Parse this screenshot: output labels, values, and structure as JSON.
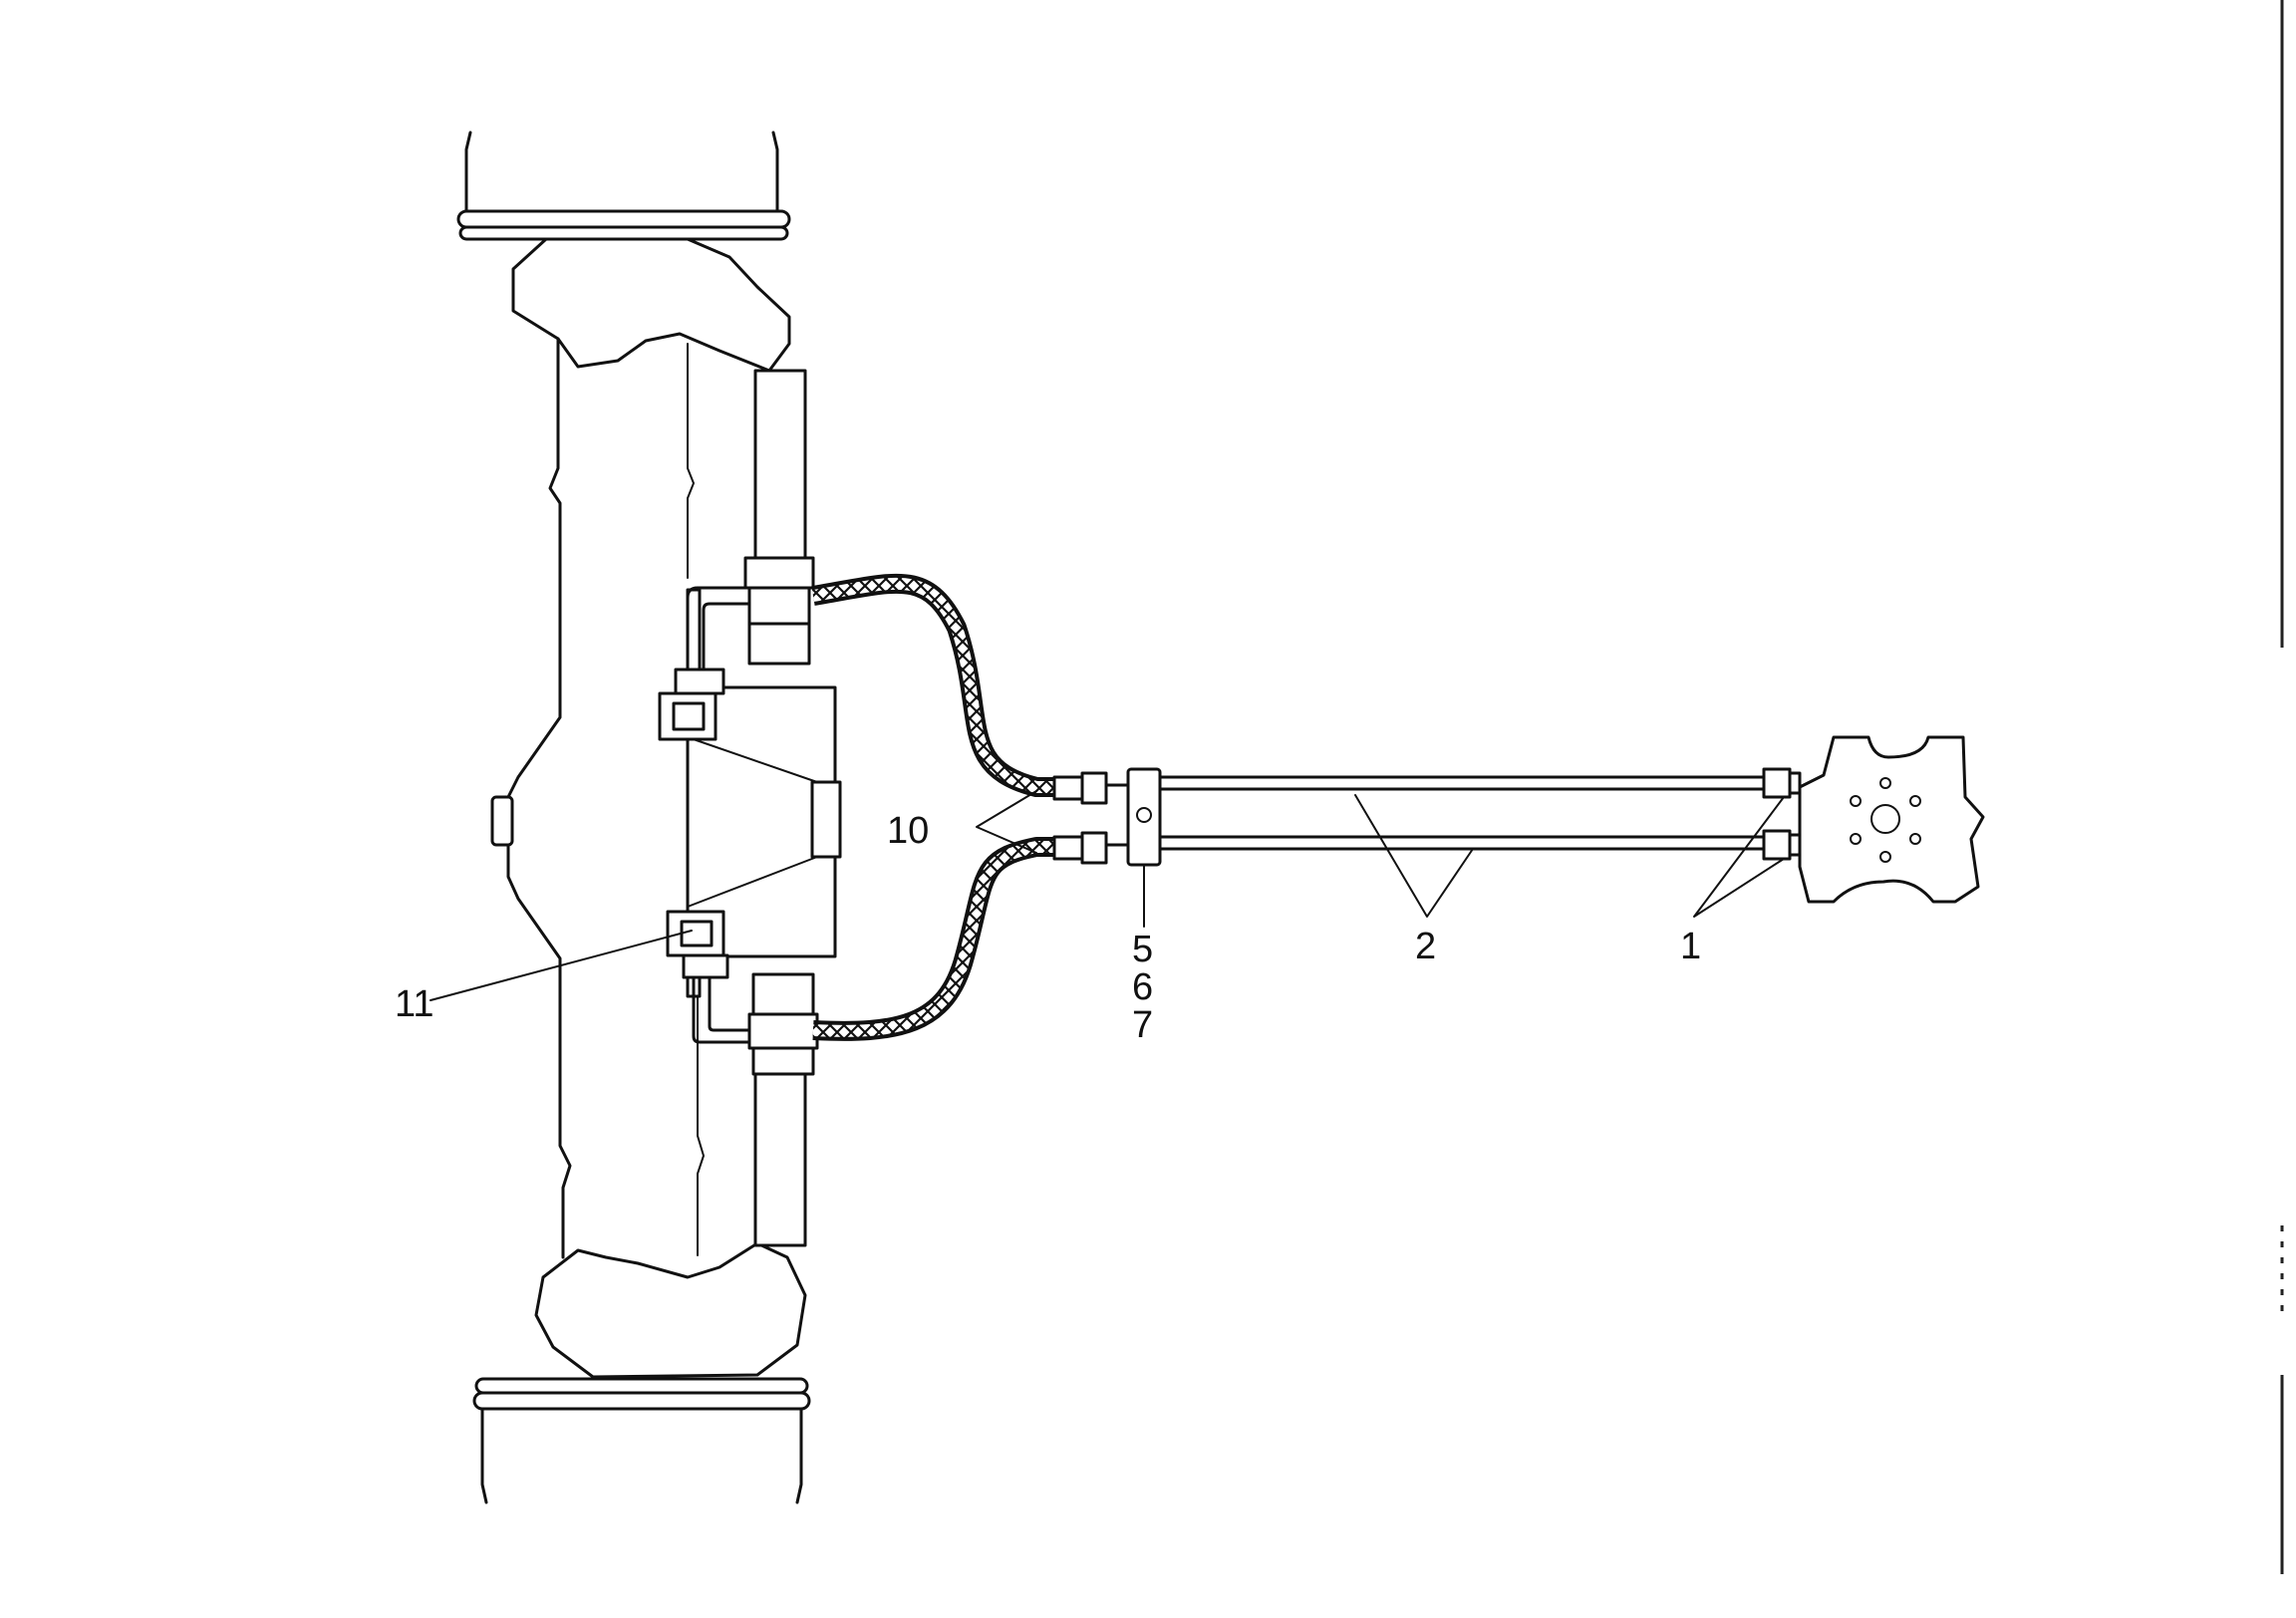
{
  "callouts": {
    "c1": "1",
    "c2": "2",
    "c5": "5",
    "c6": "6",
    "c7": "7",
    "c10": "10",
    "c11": "11"
  }
}
